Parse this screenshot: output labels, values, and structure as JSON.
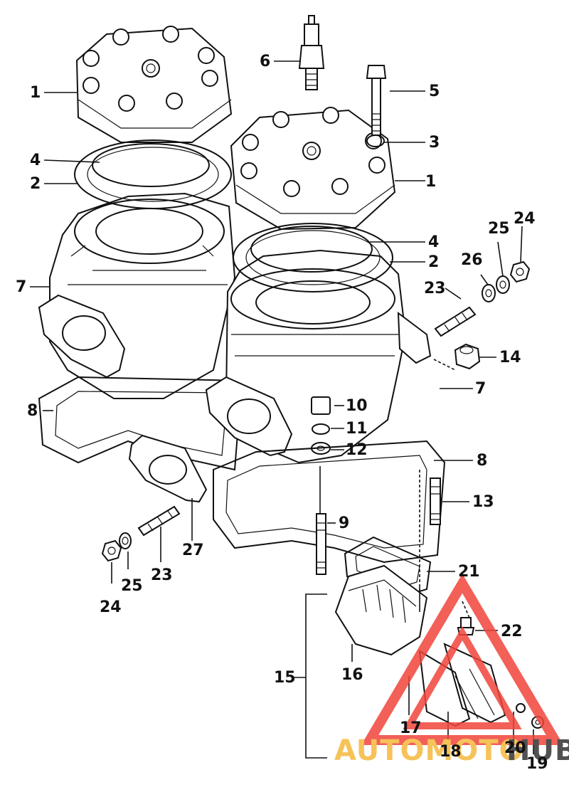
{
  "callouts": [
    {
      "id": "c1a",
      "text": "1"
    },
    {
      "id": "c1b",
      "text": "1"
    },
    {
      "id": "c2a",
      "text": "2"
    },
    {
      "id": "c2b",
      "text": "2"
    },
    {
      "id": "c3",
      "text": "3"
    },
    {
      "id": "c4a",
      "text": "4"
    },
    {
      "id": "c4b",
      "text": "4"
    },
    {
      "id": "c5",
      "text": "5"
    },
    {
      "id": "c6",
      "text": "6"
    },
    {
      "id": "c7a",
      "text": "7"
    },
    {
      "id": "c7b",
      "text": "7"
    },
    {
      "id": "c8a",
      "text": "8"
    },
    {
      "id": "c8b",
      "text": "8"
    },
    {
      "id": "c9",
      "text": "9"
    },
    {
      "id": "c10",
      "text": "10"
    },
    {
      "id": "c11",
      "text": "11"
    },
    {
      "id": "c12",
      "text": "12"
    },
    {
      "id": "c13",
      "text": "13"
    },
    {
      "id": "c14",
      "text": "14"
    },
    {
      "id": "c15",
      "text": "15"
    },
    {
      "id": "c16",
      "text": "16"
    },
    {
      "id": "c17",
      "text": "17"
    },
    {
      "id": "c18",
      "text": "18"
    },
    {
      "id": "c19",
      "text": "19"
    },
    {
      "id": "c20",
      "text": "20"
    },
    {
      "id": "c21",
      "text": "21"
    },
    {
      "id": "c22",
      "text": "22"
    },
    {
      "id": "c23a",
      "text": "23"
    },
    {
      "id": "c23b",
      "text": "23"
    },
    {
      "id": "c24a",
      "text": "24"
    },
    {
      "id": "c24b",
      "text": "24"
    },
    {
      "id": "c25a",
      "text": "25"
    },
    {
      "id": "c25b",
      "text": "25"
    },
    {
      "id": "c26",
      "text": "26"
    },
    {
      "id": "c27",
      "text": "27"
    }
  ],
  "watermark": {
    "text_part1": "AUTOMOTO",
    "text_part2": "HUB",
    "color_primary": "#f0453c",
    "color_secondary": "#f5b83d",
    "color_dark": "#333333"
  }
}
